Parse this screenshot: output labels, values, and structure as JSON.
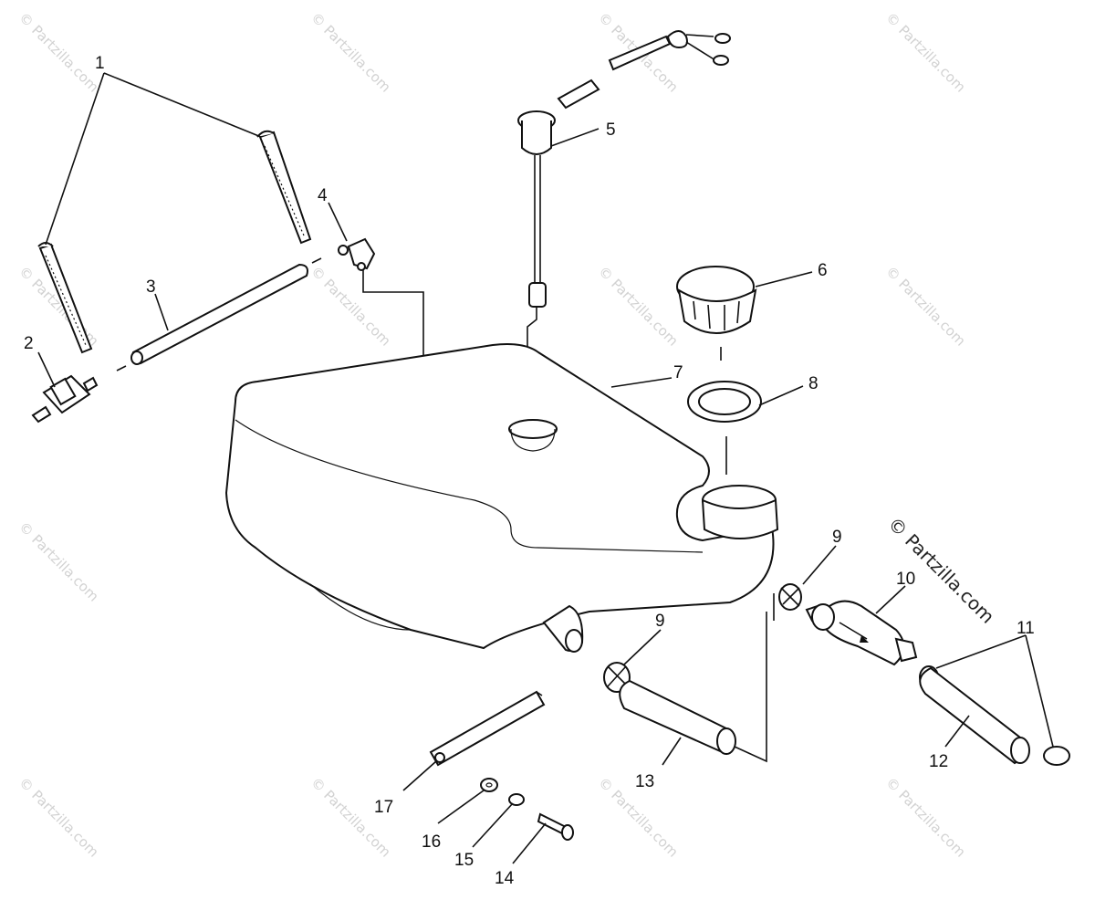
{
  "watermark": {
    "text": "© Partzilla.com"
  },
  "callouts": [
    {
      "id": "c1",
      "text": "1"
    },
    {
      "id": "c2",
      "text": "2"
    },
    {
      "id": "c3",
      "text": "3"
    },
    {
      "id": "c4",
      "text": "4"
    },
    {
      "id": "c5",
      "text": "5"
    },
    {
      "id": "c6",
      "text": "6"
    },
    {
      "id": "c7",
      "text": "7"
    },
    {
      "id": "c8",
      "text": "8"
    },
    {
      "id": "c9a",
      "text": "9"
    },
    {
      "id": "c9b",
      "text": "9"
    },
    {
      "id": "c10",
      "text": "10"
    },
    {
      "id": "c11",
      "text": "11"
    },
    {
      "id": "c12",
      "text": "12"
    },
    {
      "id": "c13",
      "text": "13"
    },
    {
      "id": "c14",
      "text": "14"
    },
    {
      "id": "c15",
      "text": "15"
    },
    {
      "id": "c16",
      "text": "16"
    },
    {
      "id": "c17",
      "text": "17"
    }
  ]
}
